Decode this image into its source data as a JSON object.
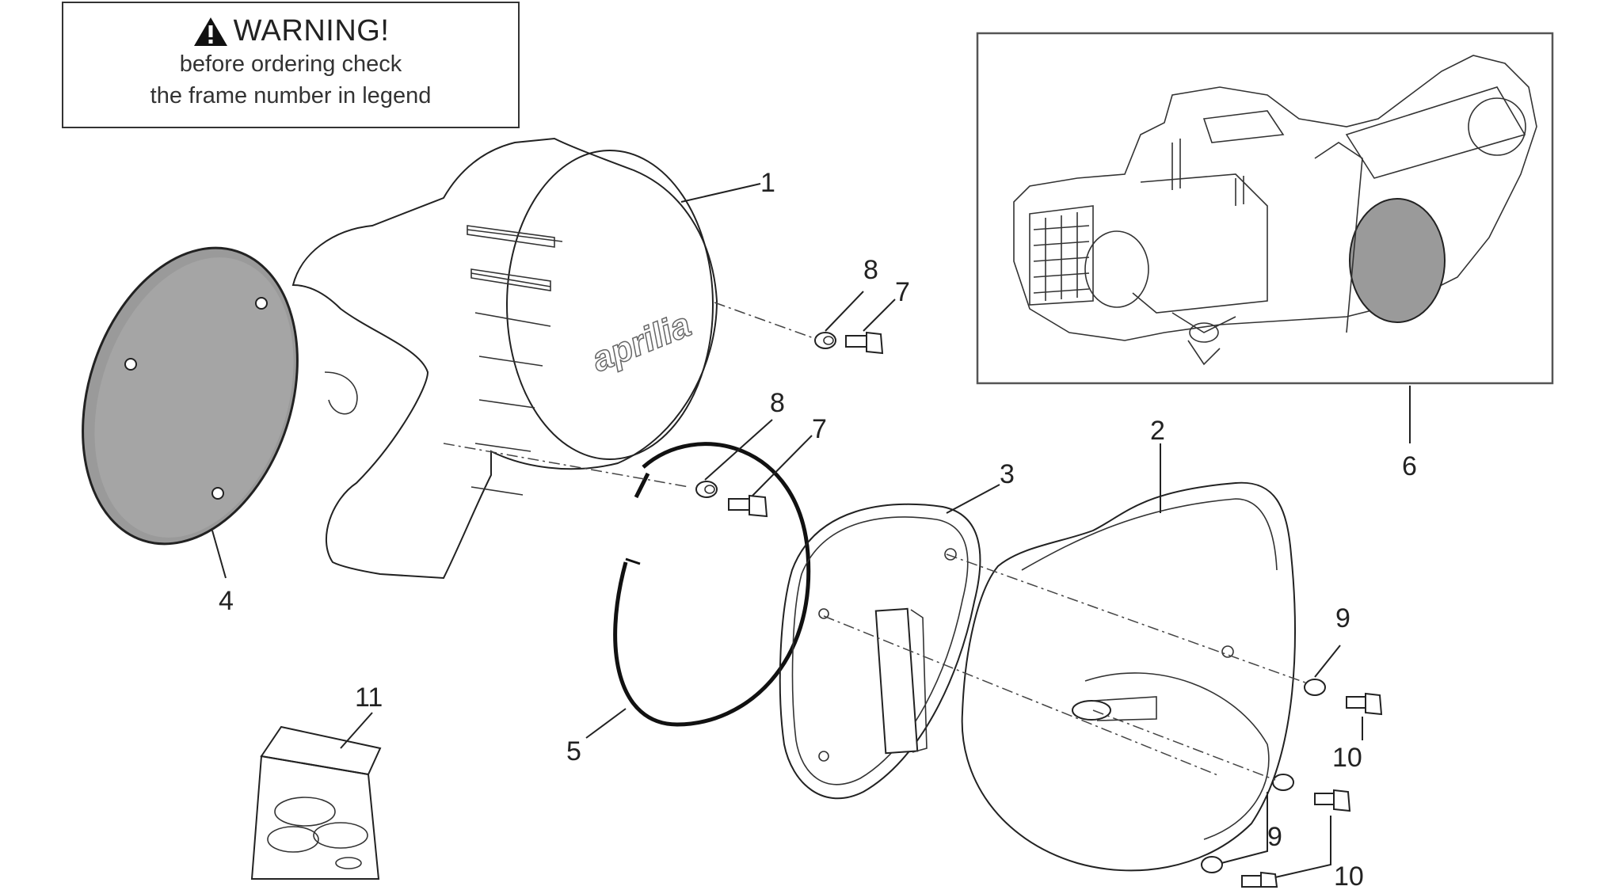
{
  "warning": {
    "title": "WARNING!",
    "line1": "before ordering check",
    "line2": "the frame number in legend"
  },
  "brand_mark": "aprilia",
  "callouts": [
    "1",
    "2",
    "3",
    "4",
    "5",
    "6",
    "7",
    "7",
    "8",
    "8",
    "9",
    "9",
    "10",
    "10",
    "11"
  ]
}
